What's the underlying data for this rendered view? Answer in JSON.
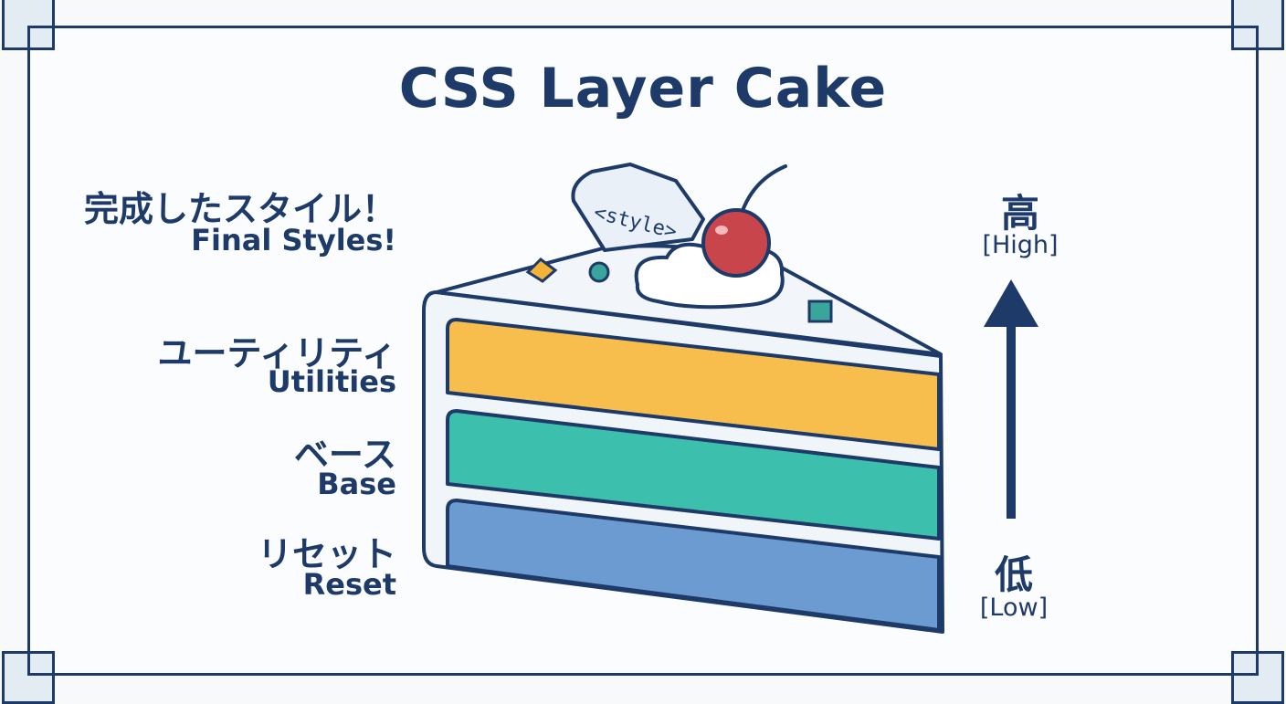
{
  "title": "CSS Layer Cake",
  "tag_label": "<style>",
  "layers": [
    {
      "jp": "完成したスタイル！",
      "en": "Final Styles!"
    },
    {
      "jp": "ユーティリティ",
      "en": "Utilities",
      "color": "#f7be4e"
    },
    {
      "jp": "ベース",
      "en": "Base",
      "color": "#3dbfae"
    },
    {
      "jp": "リセット",
      "en": "Reset",
      "color": "#6b9bd0"
    }
  ],
  "axis": {
    "high_jp": "高",
    "high_en": "[High]",
    "low_jp": "低",
    "low_en": "[Low]"
  },
  "colors": {
    "ink": "#1e3a68",
    "cream": "#edf3f8",
    "cherry": "#c8454c",
    "gold": "#f2b338",
    "teal": "#3aa59a"
  }
}
